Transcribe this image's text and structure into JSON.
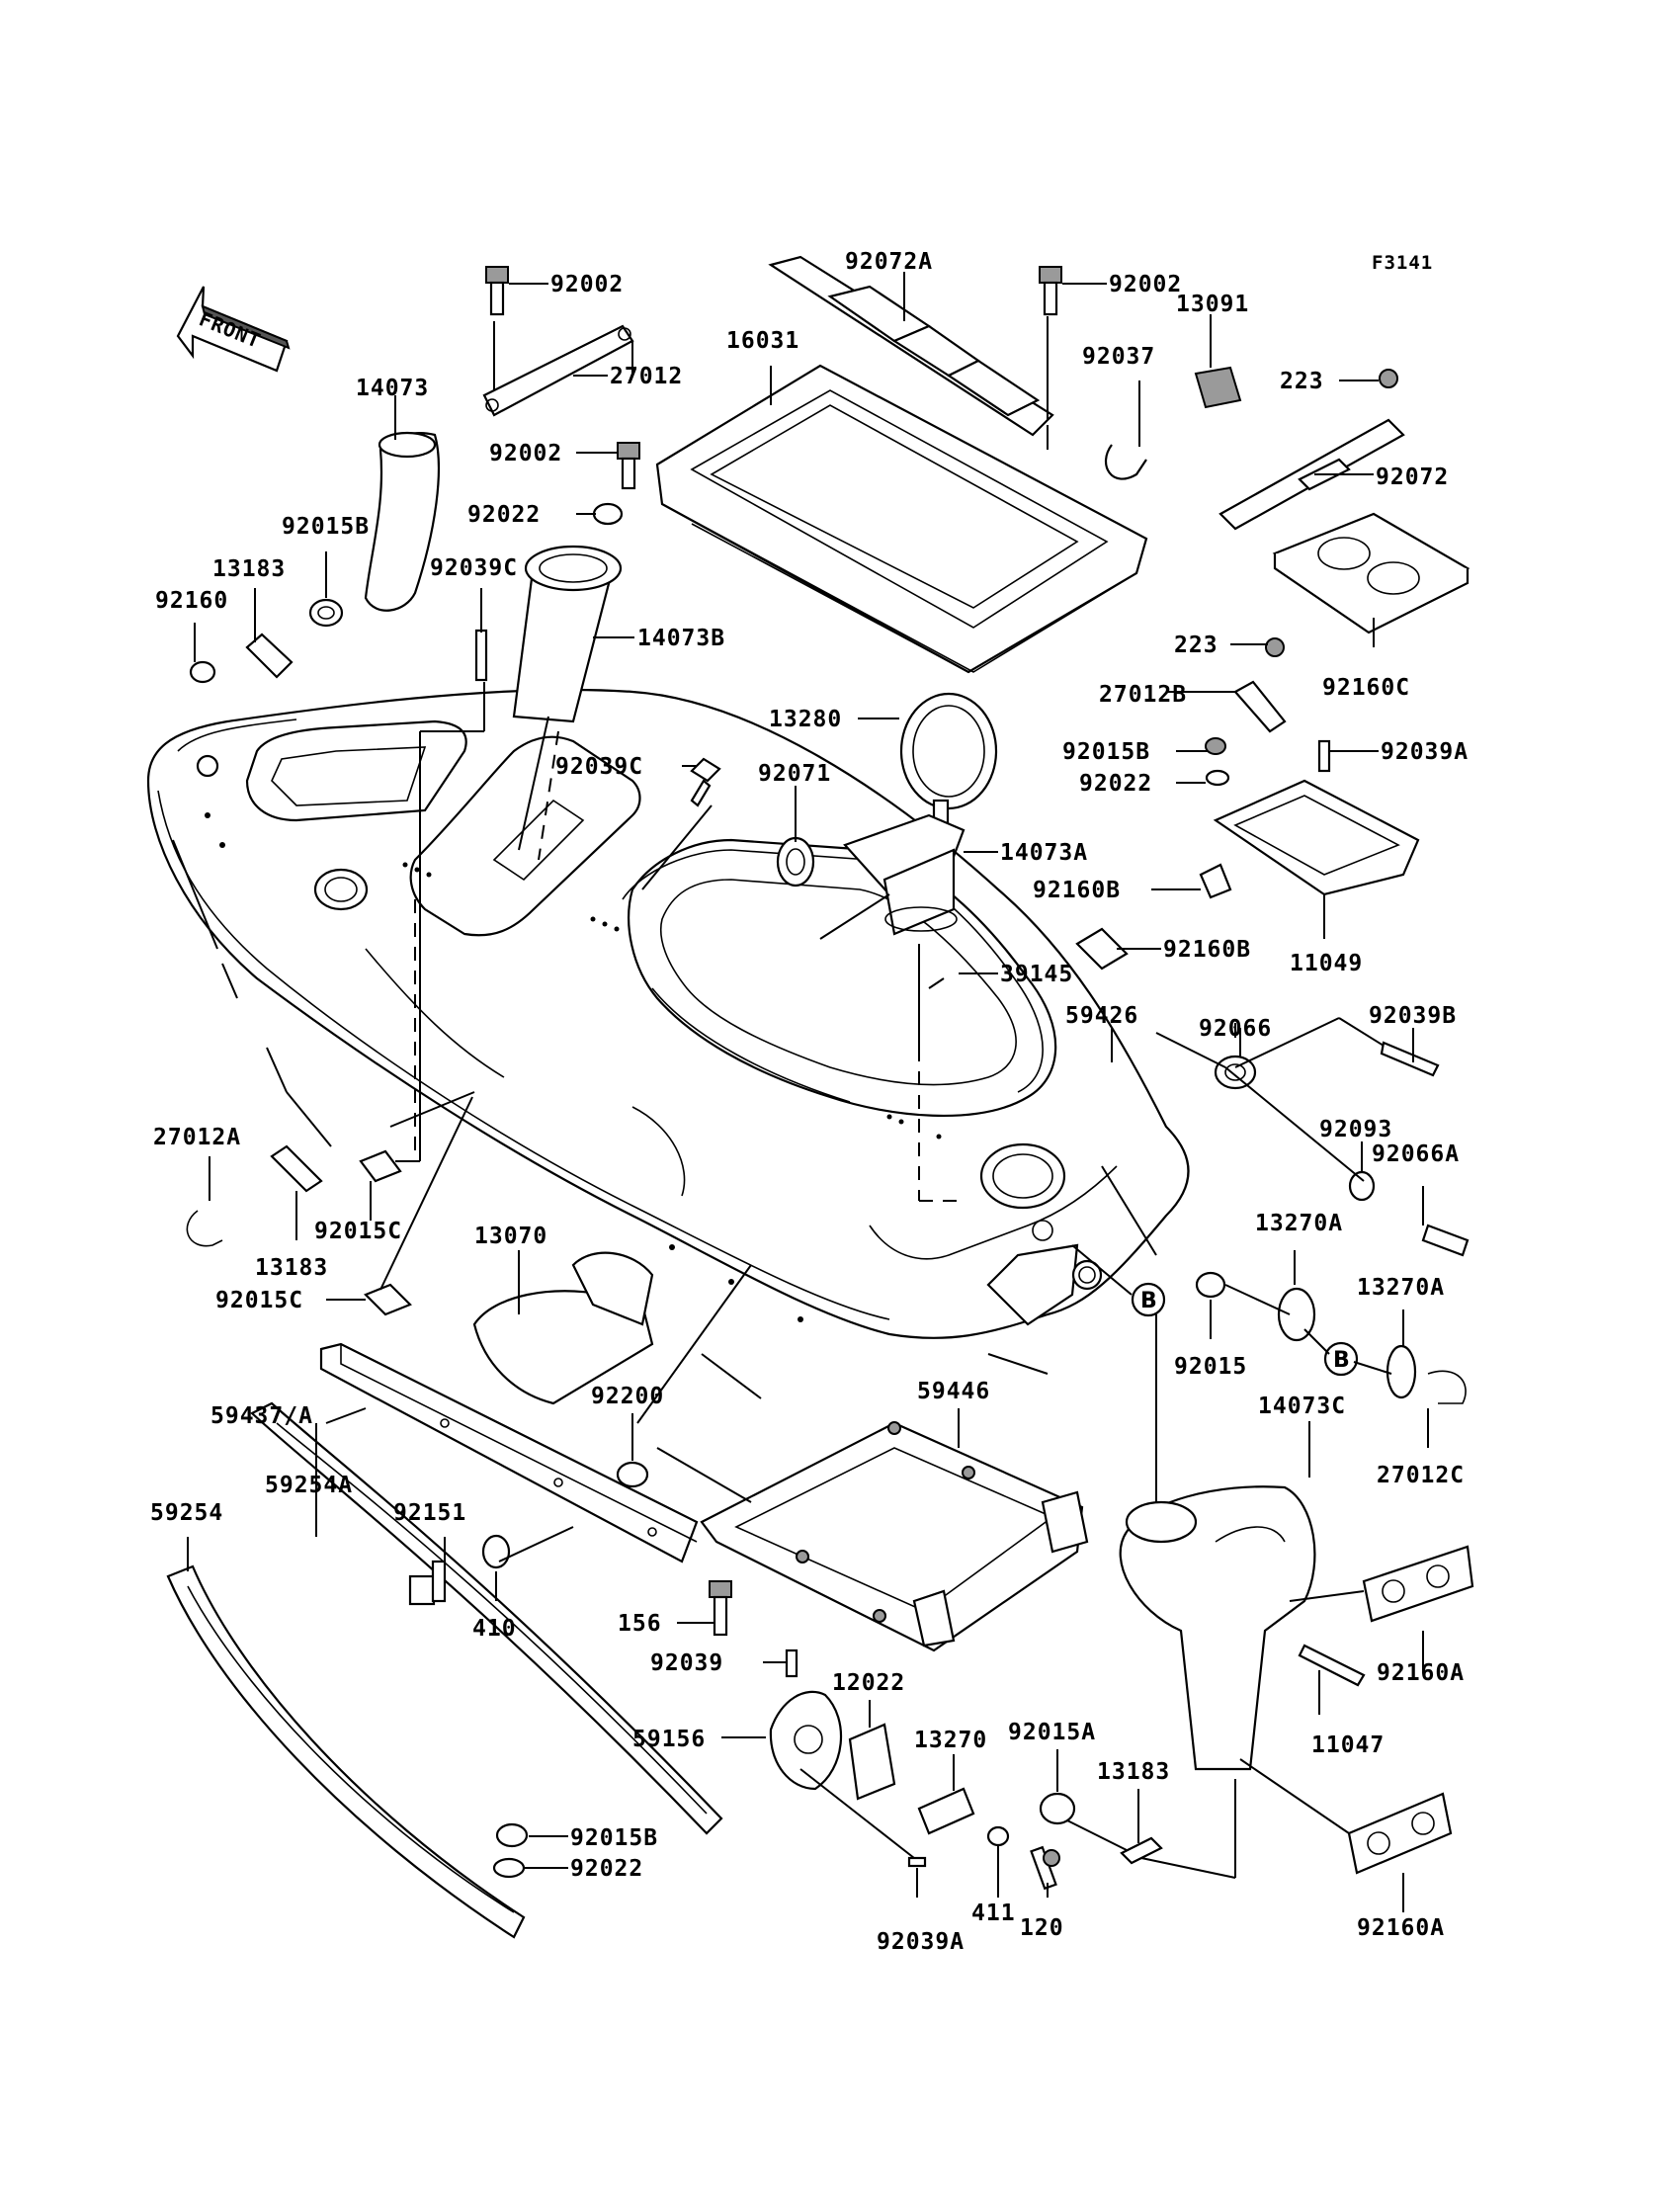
{
  "figure_code": "F3141",
  "front_arrow_text": "FRONT",
  "ref_marker": "B",
  "labels": [
    "92002",
    "92072A",
    "92002",
    "13091",
    "92037",
    "223",
    "92072",
    "27012",
    "16031",
    "14073",
    "92002",
    "92022",
    "92015B",
    "13183",
    "92039C",
    "92160",
    "14073B",
    "92160C",
    "223",
    "27012B",
    "13280",
    "92039C",
    "92071",
    "92015B",
    "92039A",
    "92022",
    "14073A",
    "92160B",
    "92160B",
    "11049",
    "39145",
    "59426",
    "92066",
    "92039B",
    "92093",
    "92066A",
    "27012A",
    "13183",
    "92015C",
    "92015C",
    "13070",
    "13270A",
    "13270A",
    "92015",
    "92200",
    "59446",
    "14073C",
    "27012C",
    "59437/A",
    "59254A",
    "59254",
    "92151",
    "410",
    "156",
    "92039",
    "12022",
    "59156",
    "13270",
    "92015A",
    "13183",
    "92160A",
    "11047",
    "92015B",
    "92022",
    "411",
    "120",
    "92039A",
    "92160A"
  ]
}
